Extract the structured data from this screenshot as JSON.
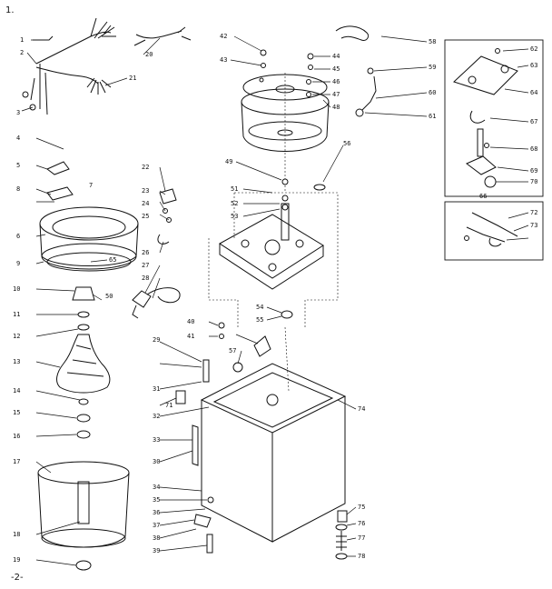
{
  "page": {
    "mark_top": "1.",
    "page_number": "-2-"
  },
  "labels": [
    "1",
    "2",
    "3",
    "4",
    "5",
    "6",
    "7",
    "8",
    "9",
    "10",
    "11",
    "12",
    "13",
    "14",
    "15",
    "16",
    "17",
    "18",
    "19",
    "20",
    "21",
    "22",
    "23",
    "24",
    "25",
    "26",
    "27",
    "28",
    "29",
    "30",
    "31",
    "32",
    "33",
    "34",
    "35",
    "36",
    "37",
    "38",
    "39",
    "40",
    "41",
    "42",
    "43",
    "44",
    "45",
    "46",
    "47",
    "48",
    "49",
    "50",
    "51",
    "52",
    "53",
    "54",
    "55",
    "56",
    "57",
    "58",
    "59",
    "60",
    "61",
    "62",
    "63",
    "64",
    "65",
    "66",
    "67",
    "68",
    "69",
    "70",
    "71",
    "72",
    "73",
    "74",
    "75",
    "76",
    "77",
    "78"
  ]
}
